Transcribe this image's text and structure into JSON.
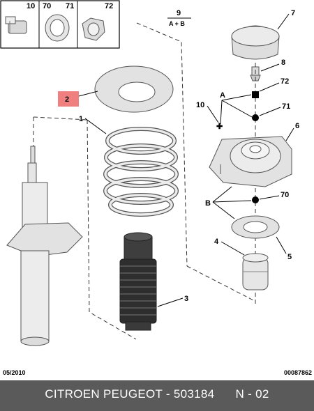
{
  "hardware_box": {
    "labels": [
      "10",
      "70",
      "71",
      "72"
    ]
  },
  "assembly": {
    "number": "9",
    "sub": "A + B"
  },
  "callouts": {
    "c1": "1",
    "c2": "2",
    "c3": "3",
    "c4": "4",
    "c5": "5",
    "c6": "6",
    "c7": "7",
    "c8": "8",
    "c10": "10",
    "c70": "70",
    "c71": "71",
    "c72": "72",
    "A": "A",
    "B": "B"
  },
  "colors": {
    "highlight": "#f08080",
    "part_fill": "#e3e3e3",
    "part_stroke": "#555555",
    "footer_bg": "#5a5a5a"
  },
  "footer": {
    "date": "05/2010",
    "doc_ref": "00087862",
    "title": "CITROEN PEUGEOT - 503184      N - 02"
  }
}
